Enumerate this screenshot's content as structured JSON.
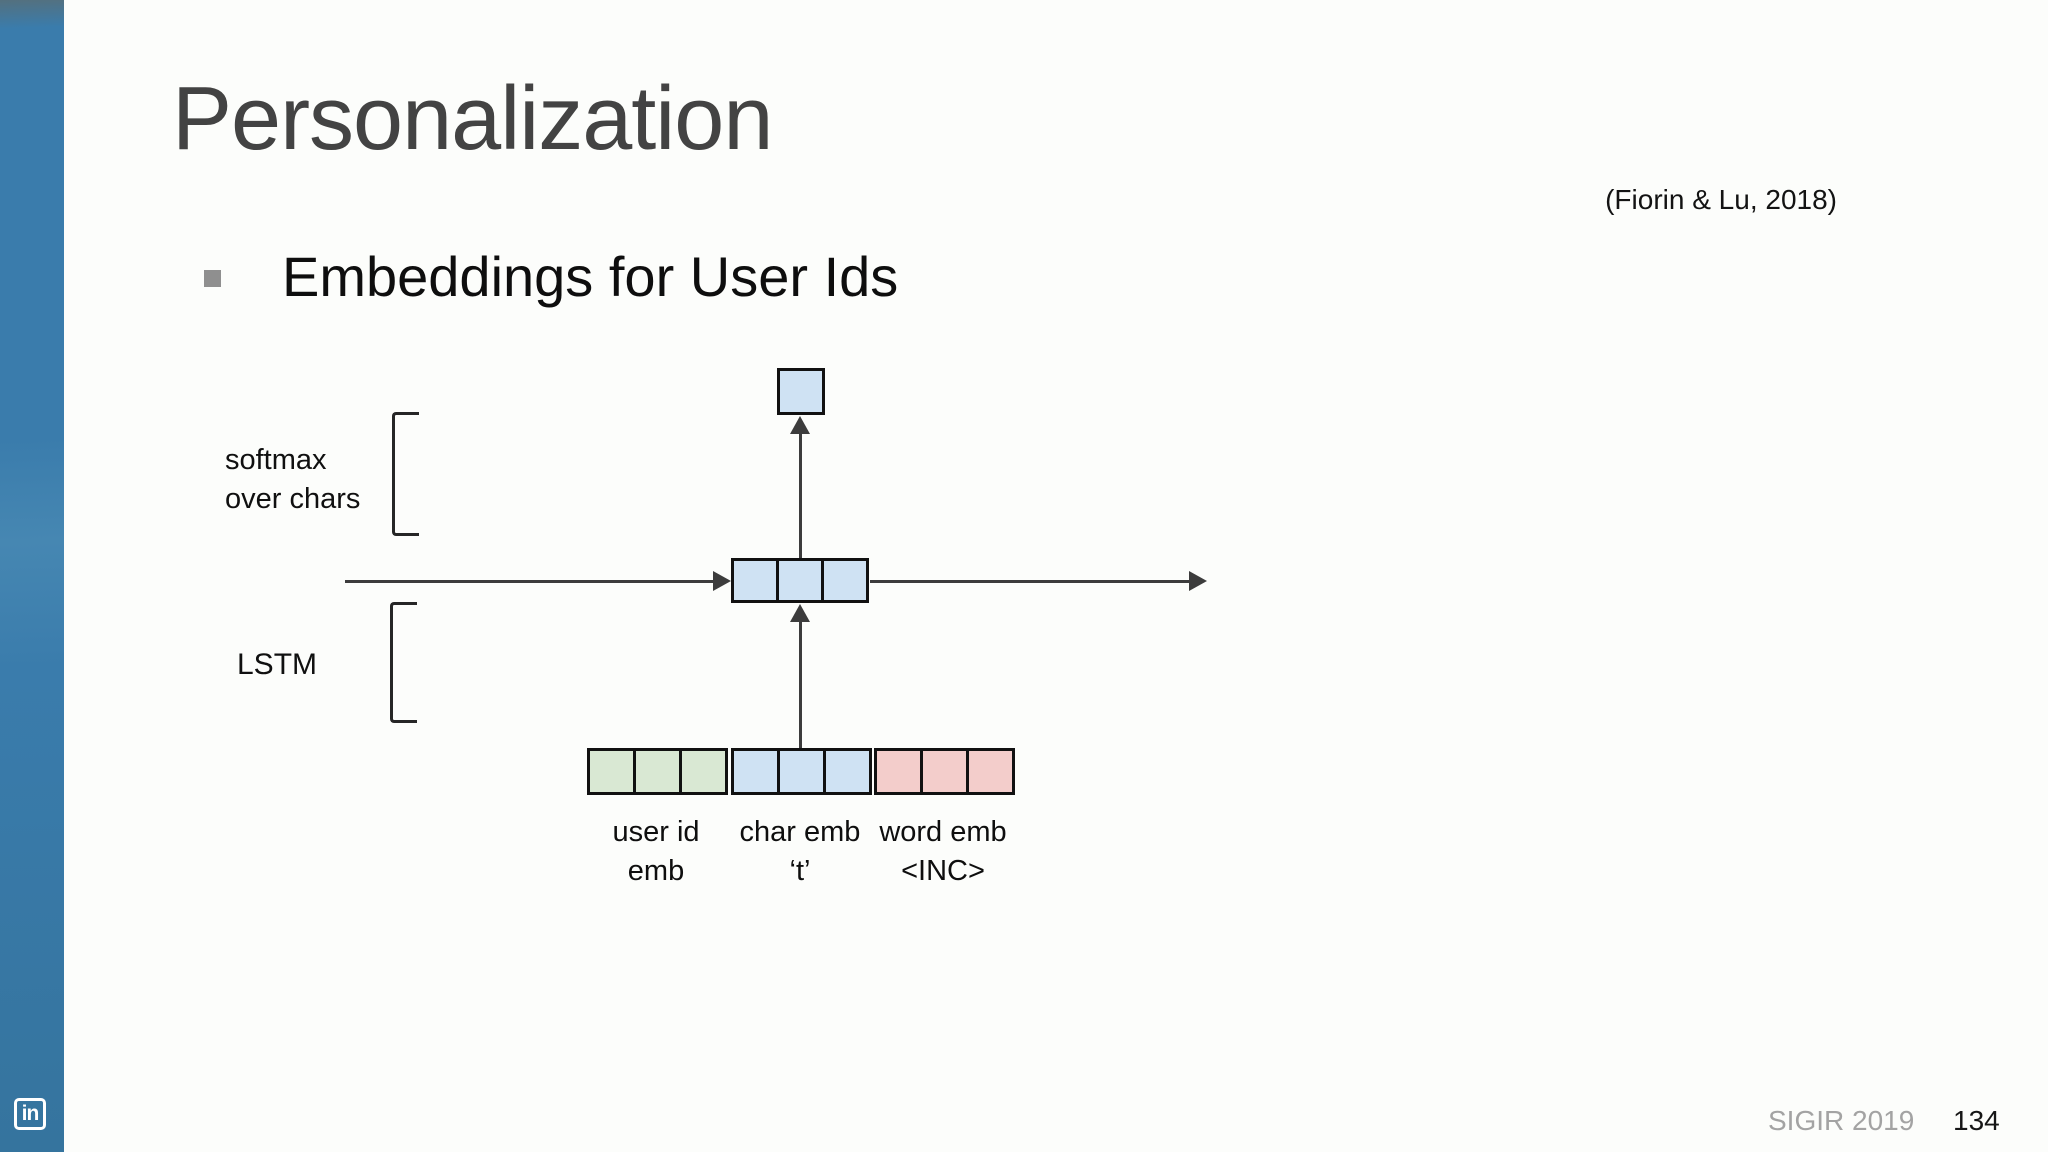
{
  "slide": {
    "title": "Personalization",
    "citation": "(Fiorin & Lu, 2018)",
    "bullet_text": "Embeddings for User Ids"
  },
  "diagram": {
    "bracket_labels": {
      "softmax_line1": "softmax",
      "softmax_line2": "over chars",
      "lstm": "LSTM"
    },
    "input_groups": [
      {
        "id": "user-id-emb",
        "color_name": "green",
        "label_line1": "user id",
        "label_line2": "emb"
      },
      {
        "id": "char-emb",
        "color_name": "blue",
        "label_line1": "char emb",
        "label_line2": "‘t’"
      },
      {
        "id": "word-emb",
        "color_name": "pink",
        "label_line1": "word emb",
        "label_line2": "<INC>"
      }
    ],
    "cells_per_group": 3,
    "lstm_cells": 3
  },
  "footer": {
    "conference": "SIGIR 2019",
    "page_number": "134"
  },
  "branding": {
    "linkedin_glyph": "in"
  },
  "colors": {
    "cell-green": "#d9e8d3",
    "cell-blue": "#cfe2f3",
    "cell-pink": "#f3cdcb",
    "box-border": "#111111",
    "arrow": "#3c3c3c",
    "sidebar-blue": "#3a7cac",
    "sidebar-top": "#54707e",
    "title-gray": "#434343",
    "footer-gray": "#a3a3a3",
    "bullet-gray": "#8f8f8f"
  }
}
